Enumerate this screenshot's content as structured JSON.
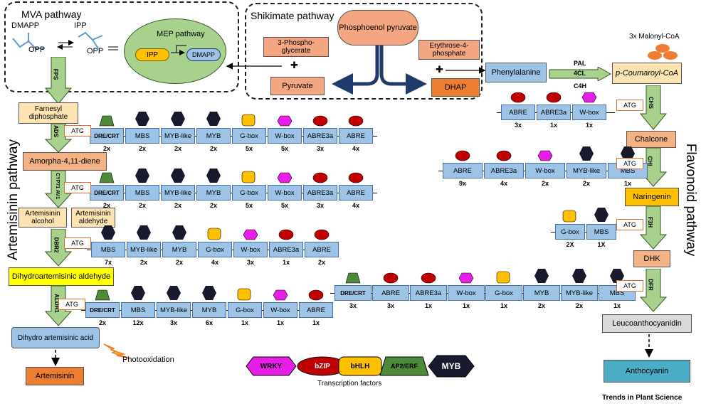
{
  "mva": {
    "title": "MVA pathway",
    "dmapp": "DMAPP",
    "ipp": "IPP",
    "opp1": "OPP",
    "opp2": "OPP",
    "mep_title": "MEP pathway",
    "mep_ipp": "IPP",
    "mep_dmapp": "DMAPP",
    "fps": "FPS"
  },
  "shikimate": {
    "title": "Shikimate pathway",
    "pep": "Phosphoenol pyruvate",
    "pga": "3-Phospho-glycerate",
    "e4p": "Erythrose-4-phosphate",
    "pyruvate": "Pyruvate",
    "dhap": "DHAP",
    "plus": "✚"
  },
  "flav": {
    "title": "Flavonoid pathway",
    "malonyl": "3x Malonyl-CoA",
    "phe": "Phenylalanine",
    "pal": "PAL",
    "fourcl": "4CL",
    "c4h": "C4H",
    "coum": "p-Coumaroyl-CoA",
    "chs": "CHS",
    "chalcone": "Chalcone",
    "chi": "CHI",
    "naringenin": "Naringenin",
    "f3h": "F3H",
    "dhk": "DHK",
    "dfr": "DFR",
    "leuco": "Leucoanthocyanidin",
    "antho": "Anthocyanin"
  },
  "art": {
    "title": "Artemisinin pathway",
    "fpp": "Farnesyl diphosphate",
    "ads": "ADS",
    "amorpha": "Amorpha-4,11-diene",
    "cyp": "CYP71 AV1",
    "alcohol": "Artemisinin alcohol",
    "aldehyde": "Artemisinin aldehyde",
    "dbr2": "DBR2",
    "dha": "Dihydroartemisinic aldehyde",
    "aldh1": "ALDH1",
    "dhaa": "Dihydro artemisinic acid",
    "photo": "Photooxidation",
    "artemisinin": "Artemisinin"
  },
  "atg": "ATG",
  "cassettes": {
    "c_ads": {
      "segs": [
        "DRE/CRT",
        "MBS",
        "MYB-like",
        "MYB",
        "G-box",
        "W-box",
        "ABRE3a",
        "ABRE"
      ],
      "counts": [
        "2x",
        "2x",
        "2x",
        "2x",
        "5x",
        "5x",
        "3x",
        "4x"
      ]
    },
    "c_cyp": {
      "segs": [
        "DRE/CRT",
        "MBS",
        "MYB-like",
        "MYB",
        "G-box",
        "W-box",
        "ABRE3a",
        "ABRE"
      ],
      "counts": [
        "2x",
        "2x",
        "2x",
        "2x",
        "5x",
        "5x",
        "3x",
        "4x"
      ]
    },
    "c_dbr": {
      "segs": [
        "MBS",
        "MYB-like",
        "MYB",
        "G-box",
        "W-box",
        "ABRE3a",
        "ABRE"
      ],
      "counts": [
        "7x",
        "2x",
        "2x",
        "4x",
        "3x",
        "1x",
        "2x"
      ]
    },
    "c_aldh": {
      "segs": [
        "DRE/CRT",
        "MBS",
        "MYB-like",
        "MYB",
        "G-box",
        "W-box",
        "ABRE"
      ],
      "counts": [
        "2x",
        "12x",
        "3x",
        "6x",
        "1x",
        "1x",
        "1x"
      ]
    },
    "c_chs": {
      "segs": [
        "ABRE",
        "ABRE3a",
        "W-box"
      ],
      "counts": [
        "3x",
        "1x",
        "1x"
      ]
    },
    "c_chi": {
      "segs": [
        "ABRE",
        "ABRE3a",
        "W-box",
        "MYB-like",
        "MBS"
      ],
      "counts": [
        "9x",
        "4x",
        "2x",
        "2x",
        "1x"
      ]
    },
    "c_f3h": {
      "segs": [
        "G-box",
        "MBS"
      ],
      "counts": [
        "2X",
        "1X"
      ]
    },
    "c_dfr": {
      "segs": [
        "DRE/CRT",
        "ABRE",
        "ABRE3a",
        "W-box",
        "G-box",
        "MYB",
        "MYB-like",
        "MBS"
      ],
      "counts": [
        "3x",
        "3x",
        "1x",
        "1x",
        "1x",
        "2x",
        "2x",
        "1x"
      ]
    }
  },
  "legend": {
    "wrky": "WRKY",
    "bzip": "bZIP",
    "bhlh": "bHLH",
    "ap2": "AP2/ERF",
    "myb": "MYB",
    "caption": "Transcription factors"
  },
  "colors": {
    "wrky": "#e61ee6",
    "bzip": "#c00000",
    "bhlh": "#ffc000",
    "ap2": "#4e8a3a",
    "myb": "#1a1a2e"
  },
  "credit": "Trends in Plant Science"
}
